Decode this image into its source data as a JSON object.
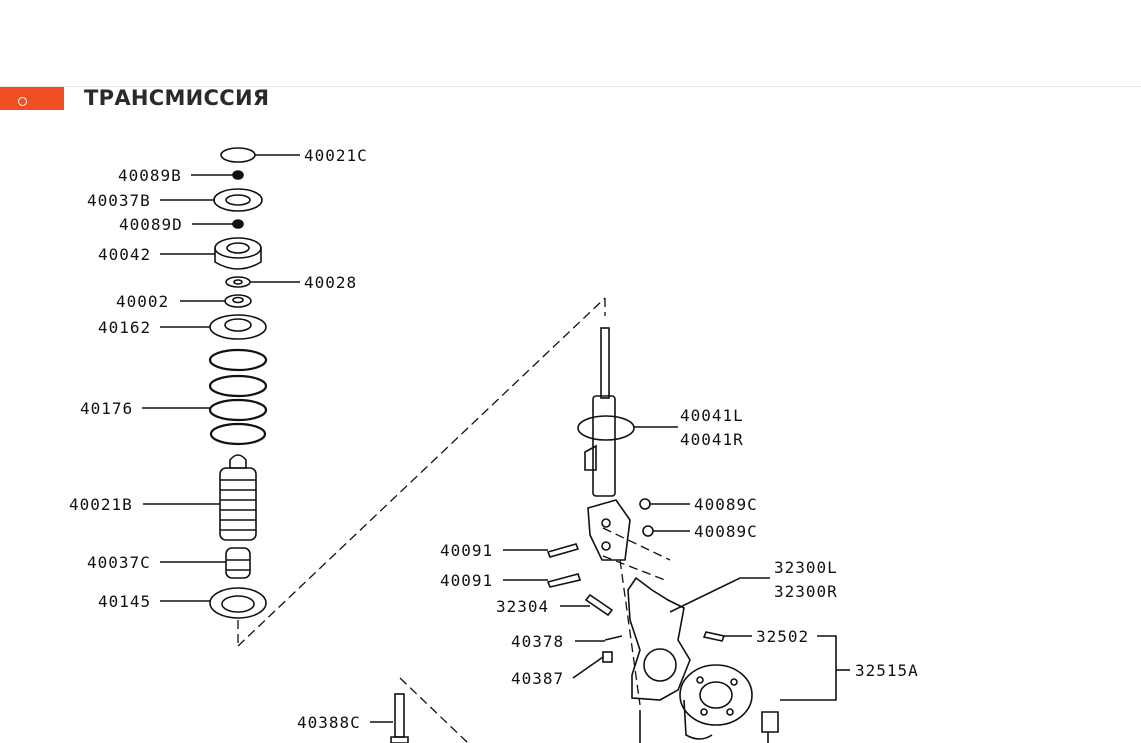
{
  "header": {
    "title": "ТРАНСМИССИЯ",
    "marker_color": "#ef4f23"
  },
  "diagram": {
    "labels": {
      "p40021C": "40021C",
      "p40089B": "40089B",
      "p40037B": "40037B",
      "p40089D": "40089D",
      "p40042": "40042",
      "p40028": "40028",
      "p40002": "40002",
      "p40162": "40162",
      "p40176": "40176",
      "p40021B": "40021B",
      "p40037C": "40037C",
      "p40145": "40145",
      "p40041L": "40041L",
      "p40041R": "40041R",
      "p40089C_a": "40089C",
      "p40089C_b": "40089C",
      "p40091_a": "40091",
      "p40091_b": "40091",
      "p32300L": "32300L",
      "p32300R": "32300R",
      "p32304": "32304",
      "p40378": "40378",
      "p32502": "32502",
      "p32515A": "32515A",
      "p40387": "40387",
      "p40388C": "40388C"
    }
  }
}
